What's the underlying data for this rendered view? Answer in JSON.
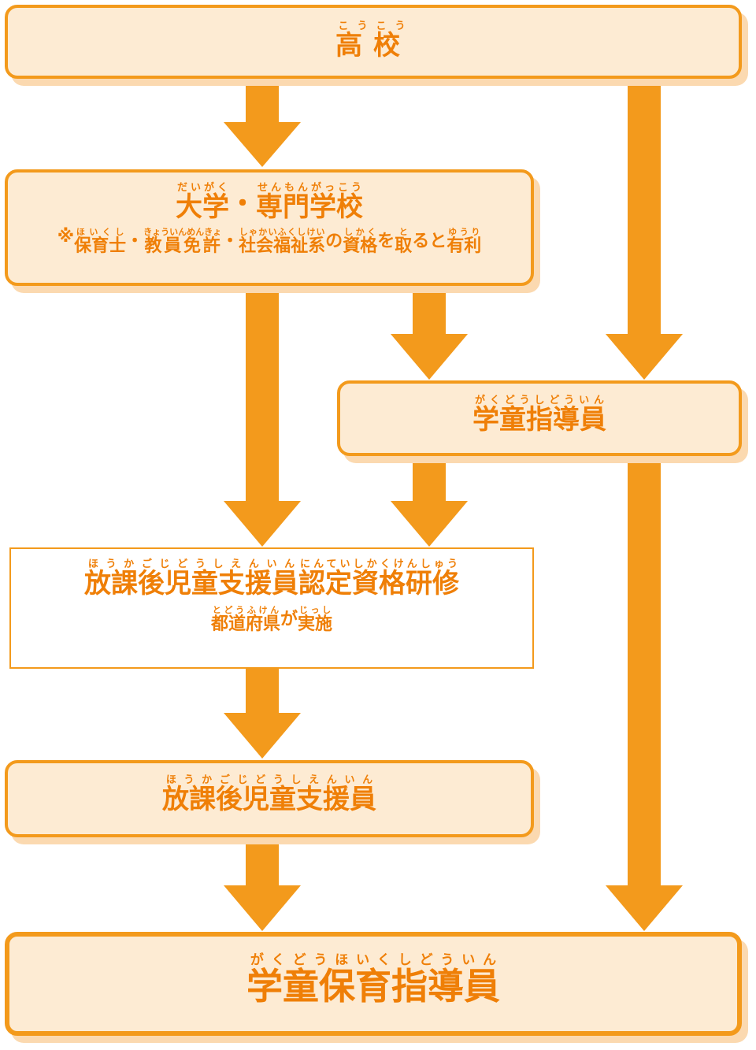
{
  "colors": {
    "arrow": "#f39a1c",
    "box_fill": "#fdebd3",
    "box_border": "#f39a1c",
    "shadow": "#fbd9b0",
    "text": "#ef7f07"
  },
  "nodes": {
    "high_school": {
      "parts": [
        {
          "base": "高",
          "ruby": "こう"
        },
        {
          "base": "校",
          "ruby": "こう"
        }
      ]
    },
    "university": {
      "parts": [
        {
          "base": "大学",
          "ruby": "だいがく"
        },
        {
          "base": "・",
          "ruby": ""
        },
        {
          "base": "専門学校",
          "ruby": "せんもんがっこう"
        }
      ],
      "note": [
        {
          "base": "※",
          "ruby": ""
        },
        {
          "base": "保育士",
          "ruby": "ほいくし"
        },
        {
          "base": "・",
          "ruby": ""
        },
        {
          "base": "教員免許",
          "ruby": "きょういんめんきょ"
        },
        {
          "base": "・",
          "ruby": ""
        },
        {
          "base": "社会福祉系",
          "ruby": "しゃかいふくしけい"
        },
        {
          "base": "の",
          "ruby": ""
        },
        {
          "base": "資格",
          "ruby": "しかく"
        },
        {
          "base": "を",
          "ruby": ""
        },
        {
          "base": "取",
          "ruby": "と"
        },
        {
          "base": "ると",
          "ruby": ""
        },
        {
          "base": "有利",
          "ruby": "ゆうり"
        }
      ]
    },
    "gakudo_shidoin": {
      "parts": [
        {
          "base": "学童指導員",
          "ruby": "がくどうしどういん"
        }
      ]
    },
    "training": {
      "parts": [
        {
          "base": "放課後児童支援員",
          "ruby": "ほうかごじどうしえんいん"
        },
        {
          "base": "認定資格研修",
          "ruby": "にんていしかくけんしゅう"
        }
      ],
      "note": [
        {
          "base": "都道府県",
          "ruby": "とどうふけん"
        },
        {
          "base": "が",
          "ruby": ""
        },
        {
          "base": "実施",
          "ruby": "じっし"
        }
      ]
    },
    "afterschool_support": {
      "parts": [
        {
          "base": "放課後児童支援員",
          "ruby": "ほうかごじどうしえんいん"
        }
      ]
    },
    "final": {
      "parts": [
        {
          "base": "学童保育指導員",
          "ruby": "がくどうほいくしどういん"
        }
      ]
    }
  }
}
